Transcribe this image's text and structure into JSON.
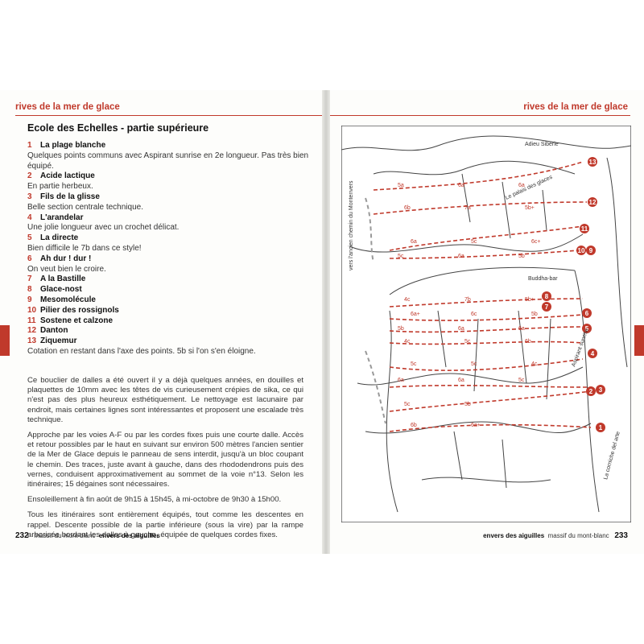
{
  "left": {
    "section_title": "rives de la mer de glace",
    "heading": "Ecole des Echelles  -  partie supérieure",
    "routes": [
      {
        "num": "1",
        "name": "La plage blanche",
        "desc": "Quelques points communs avec Aspirant sunrise en 2e longueur. Pas très bien équipé."
      },
      {
        "num": "2",
        "name": "Acide lactique",
        "desc": "En partie herbeux."
      },
      {
        "num": "3",
        "name": "Fils de la glisse",
        "desc": "Belle section centrale technique."
      },
      {
        "num": "4",
        "name": "L'arandelar",
        "desc": "Une jolie longueur avec un crochet délicat."
      },
      {
        "num": "5",
        "name": "La directe",
        "desc": "Bien difficile le 7b dans ce style!"
      },
      {
        "num": "6",
        "name": "Ah dur ! dur !",
        "desc": "On veut bien le croire."
      },
      {
        "num": "7",
        "name": "A la Bastille",
        "desc": ""
      },
      {
        "num": "8",
        "name": "Glace-nost",
        "desc": ""
      },
      {
        "num": "9",
        "name": "Mesomolécule",
        "desc": ""
      },
      {
        "num": "10",
        "name": "Pilier des rossignols",
        "desc": ""
      },
      {
        "num": "11",
        "name": "Sostene et calzone",
        "desc": ""
      },
      {
        "num": "12",
        "name": "Danton",
        "desc": ""
      },
      {
        "num": "13",
        "name": "Ziquemur",
        "desc": "Cotation en restant dans l'axe des points. 5b si l'on s'en éloigne."
      }
    ],
    "paragraphs": [
      "Ce bouclier de dalles a été ouvert il y a déjà quelques années, en douilles et plaquettes de 10mm avec les têtes de vis curieusement crépies de sika, ce qui n'est pas des plus heureux esthétiquement. Le nettoyage est lacunaire par endroit, mais certaines lignes sont intéressantes et proposent une escalade très technique.",
      "Approche par les voies A-F ou par les cordes fixes puis une courte dalle. Accès et retour possibles par le haut en suivant sur environ 500 mètres l'ancien sentier de la Mer de Glace depuis le panneau de sens interdit, jusqu'à un bloc coupant le chemin. Des traces, juste avant à gauche, dans des rhododendrons puis des vernes, conduisent approximativement au sommet de la voie n°13. Selon les itinéraires; 15 dégaines sont nécessaires.",
      "Ensoleillement à fin août de 9h15 à 15h45, à mi-octobre de 9h30 à 15h00.",
      "Tous les itinéraires sont entièrement équipés, tout comme les descentes en rappel. Descente possible de la partie inférieure (sous la vire) par la rampe arborisée bordant les dalles à gauche, équipée de quelques cordes fixes."
    ],
    "footer": {
      "page": "232",
      "book": "massif du mont-blanc",
      "chapter": "envers des aiguilles"
    }
  },
  "right": {
    "section_title": "rives de la mer de glace",
    "footer": {
      "chapter": "envers des aiguilles",
      "book": "massif du mont-blanc",
      "page": "233"
    },
    "topo": {
      "labels": {
        "adieu": "Adieu Sibérie",
        "palais": "Le palais des glaces",
        "buddha": "Buddha-bar",
        "chemin": "vers l'ancien chemin du Montenvers",
        "aspirant": "Aspirant sunrise",
        "cordes": "La corniche del arte"
      },
      "grades": [
        "5a",
        "6b",
        "6a",
        "5c",
        "4c",
        "6a+",
        "5b",
        "4c",
        "5c",
        "6a",
        "5c",
        "6b",
        "6a",
        "7a",
        "5c",
        "6a",
        "7b",
        "6c",
        "6a",
        "5c",
        "5c",
        "6a",
        "5b",
        "6a+",
        "6a",
        "5b+",
        "6c+",
        "5b",
        "5b+",
        "5b",
        "6a",
        "6b",
        "4c",
        "5c"
      ],
      "route_marker_color": "#c0392b"
    }
  }
}
